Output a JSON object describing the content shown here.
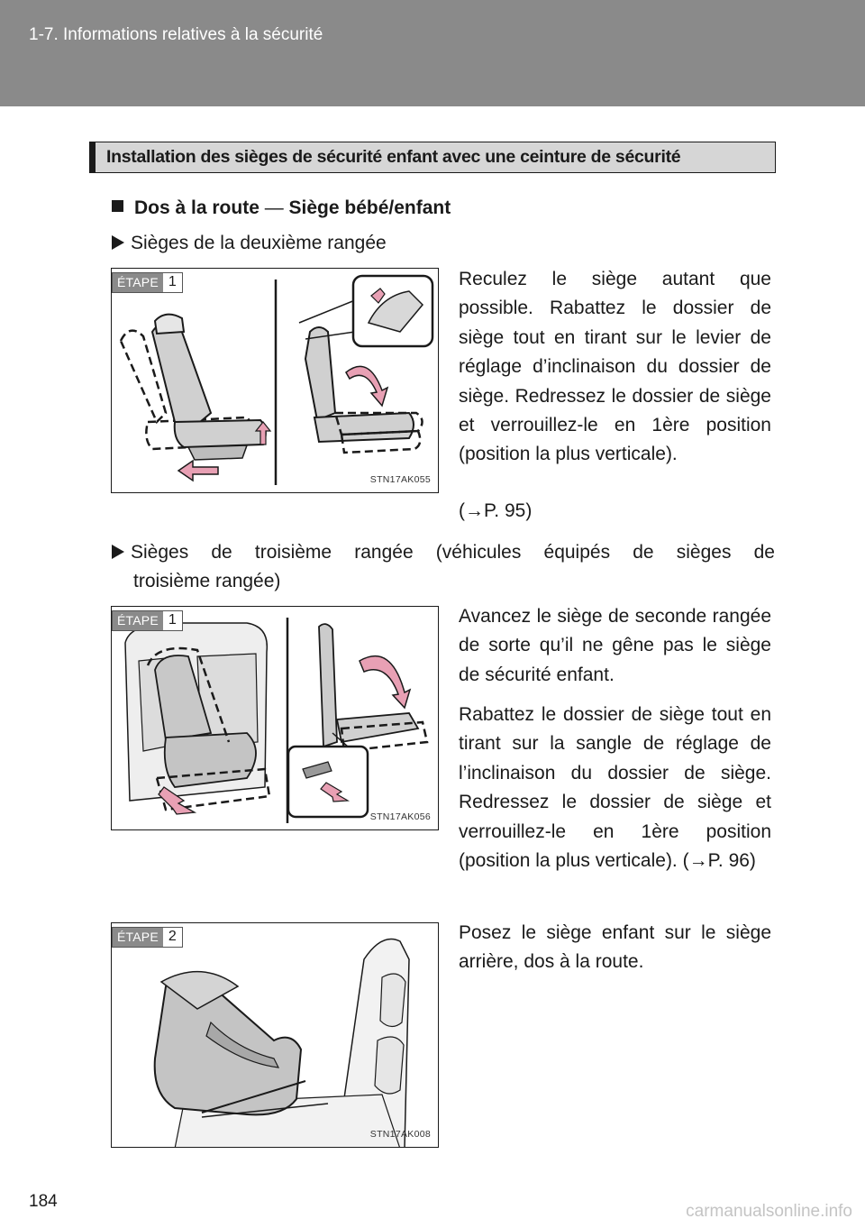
{
  "header": {
    "title": "1-7. Informations relatives à la sécurité"
  },
  "section": {
    "title": "Installation des sièges de sécurité enfant avec une ceinture de sécurité"
  },
  "subheading": {
    "part1": "Dos à la route ",
    "dash": "—",
    "part2": " Siège bébé/enfant"
  },
  "row2": {
    "heading": "Sièges de la deuxième rangée",
    "step": {
      "label": "ÉTAPE",
      "number": "1"
    },
    "figure_code": "STN17AK055",
    "text": "Reculez le siège autant que possible. Rabattez le dossier de siège tout en tirant sur le levier de réglage d’inclinaison du dossier de siège. Redressez le dossier de siège et verrouillez-le en 1ère position (position la plus verticale).",
    "ref": "(→P. 95)"
  },
  "row3": {
    "heading_line1": "Sièges de troisième rangée (véhicules équipés de sièges de",
    "heading_line2": "troisième rangée)",
    "step": {
      "label": "ÉTAPE",
      "number": "1"
    },
    "figure_code": "STN17AK056",
    "text1": "Avancez le siège de seconde rangée de sorte qu’il ne gêne pas le siège de sécurité enfant.",
    "text2": "Rabattez le dossier de siège tout en tirant sur la sangle de réglage de l’inclinaison du dossier de siège. Redressez le dossier de siège et verrouillez-le en 1ère position (position la plus verticale). (→P. 96)"
  },
  "step2": {
    "step": {
      "label": "ÉTAPE",
      "number": "2"
    },
    "figure_code": "STN17AK008",
    "text": "Posez le siège enfant sur le siège arrière, dos à la route."
  },
  "page_number": "184",
  "watermark": "carmanualsonline.info",
  "colors": {
    "header_band": "#8a8a8a",
    "arrow_pink": "#e8a0b4",
    "section_bar": "#d6d6d6"
  }
}
